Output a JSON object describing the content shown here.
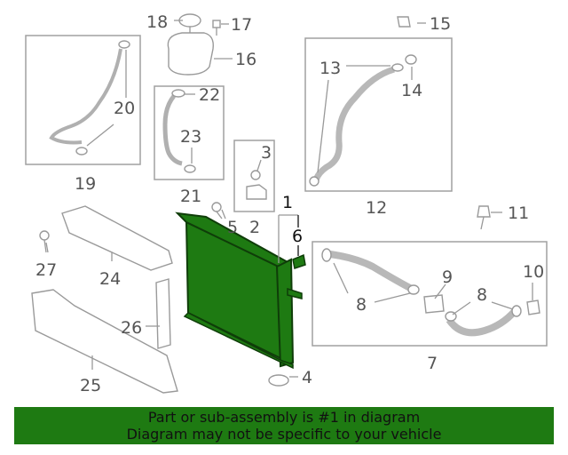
{
  "callouts": [
    {
      "id": "c1",
      "text": "1"
    },
    {
      "id": "c2",
      "text": "2"
    },
    {
      "id": "c3",
      "text": "3"
    },
    {
      "id": "c4",
      "text": "4"
    },
    {
      "id": "c5",
      "text": "5"
    },
    {
      "id": "c6",
      "text": "6"
    },
    {
      "id": "c7",
      "text": "7"
    },
    {
      "id": "c8a",
      "text": "8"
    },
    {
      "id": "c8b",
      "text": "8"
    },
    {
      "id": "c9",
      "text": "9"
    },
    {
      "id": "c10",
      "text": "10"
    },
    {
      "id": "c11",
      "text": "11"
    },
    {
      "id": "c12",
      "text": "12"
    },
    {
      "id": "c13",
      "text": "13"
    },
    {
      "id": "c14",
      "text": "14"
    },
    {
      "id": "c15",
      "text": "15"
    },
    {
      "id": "c16",
      "text": "16"
    },
    {
      "id": "c17",
      "text": "17"
    },
    {
      "id": "c18",
      "text": "18"
    },
    {
      "id": "c19",
      "text": "19"
    },
    {
      "id": "c20",
      "text": "20"
    },
    {
      "id": "c21",
      "text": "21"
    },
    {
      "id": "c22",
      "text": "22"
    },
    {
      "id": "c23",
      "text": "23"
    },
    {
      "id": "c24",
      "text": "24"
    },
    {
      "id": "c25",
      "text": "25"
    },
    {
      "id": "c26",
      "text": "26"
    },
    {
      "id": "c27",
      "text": "27"
    }
  ],
  "highlight_color": "#1e7a12",
  "footer": {
    "line1": "Part or sub-assembly is #1 in diagram",
    "line2": "Diagram may not be specific to your vehicle"
  }
}
